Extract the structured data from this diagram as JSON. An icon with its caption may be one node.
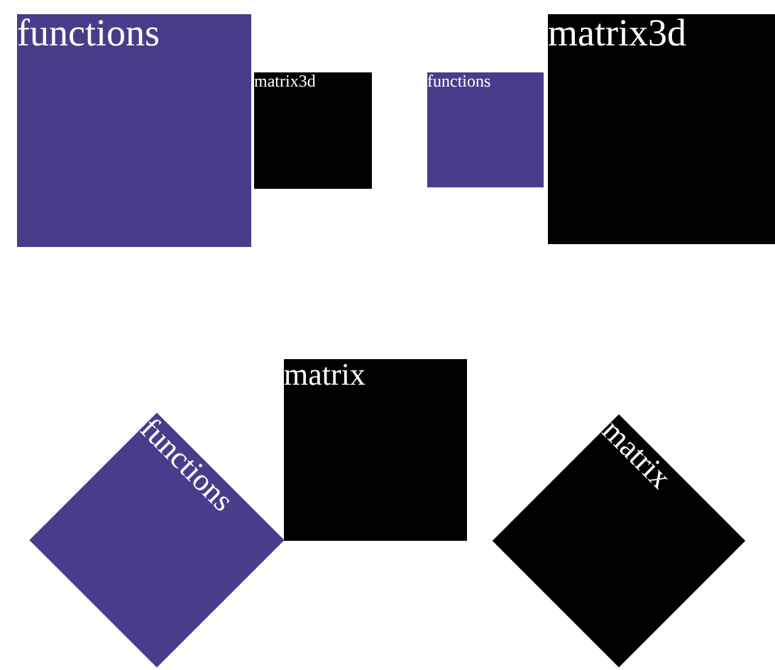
{
  "diagram": {
    "nodes": [
      {
        "text": [
          "functions"
        ]
      },
      {
        "text": [
          "matrix3d"
        ]
      },
      {
        "text": [
          "functions"
        ]
      },
      {
        "text": [
          "matrix3d"
        ]
      },
      {
        "text": [
          "matrix"
        ]
      },
      {
        "text": [
          "functions"
        ]
      },
      {
        "text": [
          "matrix"
        ]
      }
    ]
  }
}
